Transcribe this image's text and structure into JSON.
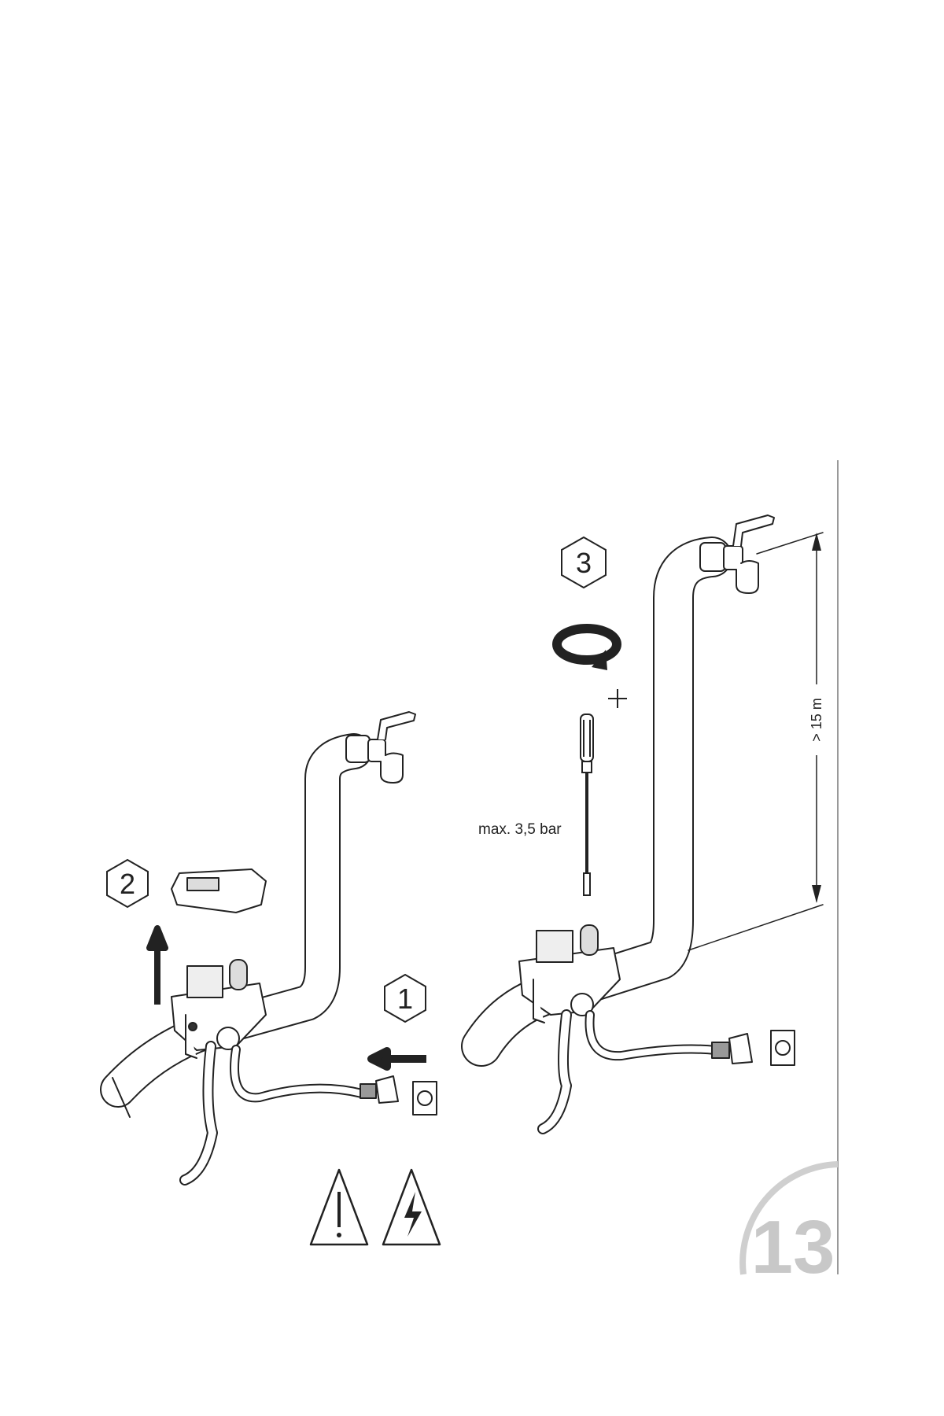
{
  "steps": {
    "step1": "1",
    "step2": "2",
    "step3": "3"
  },
  "pressure_label": "max. 3,5 bar",
  "height_label": "> 15 m",
  "page_number": "13",
  "colors": {
    "line": "#222222",
    "page_number": "#c8c8c8"
  }
}
